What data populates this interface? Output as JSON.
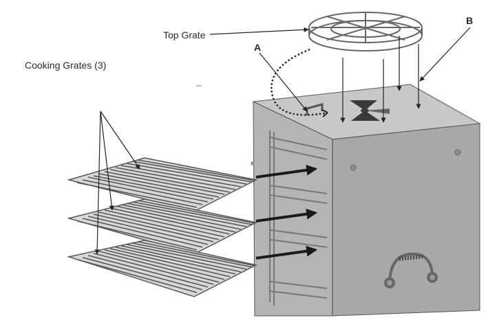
{
  "labels": {
    "top_grate": "Top Grate",
    "cooking_grates": "Cooking Grates (3)",
    "a": "A",
    "b": "B"
  },
  "colors": {
    "body_front": "#a9a9a9",
    "body_side": "#b8b8b8",
    "body_top": "#c6c6c6",
    "line": "#262626",
    "wire": "#555555"
  }
}
